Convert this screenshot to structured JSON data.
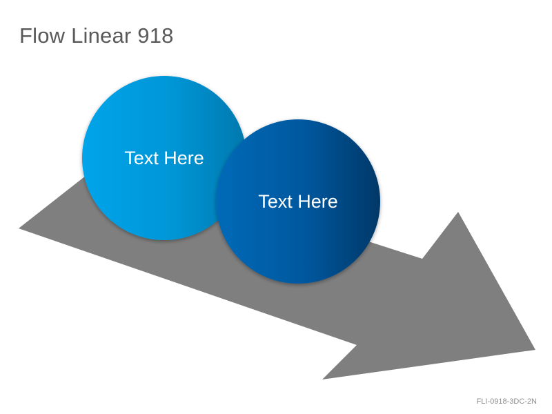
{
  "slide": {
    "title": "Flow Linear 918",
    "footer_code": "FLI-0918-3DC-2N"
  },
  "circles": [
    {
      "label": "Text Here"
    },
    {
      "label": "Text Here"
    }
  ],
  "colors": {
    "arrow": "#7f7f7f",
    "circle_1_light": "#00a1e6",
    "circle_1_dark": "#0083bd",
    "circle_2_light": "#0068b5",
    "circle_2_dark": "#003a6e",
    "title": "#595959",
    "footer": "#8c8c8c"
  }
}
